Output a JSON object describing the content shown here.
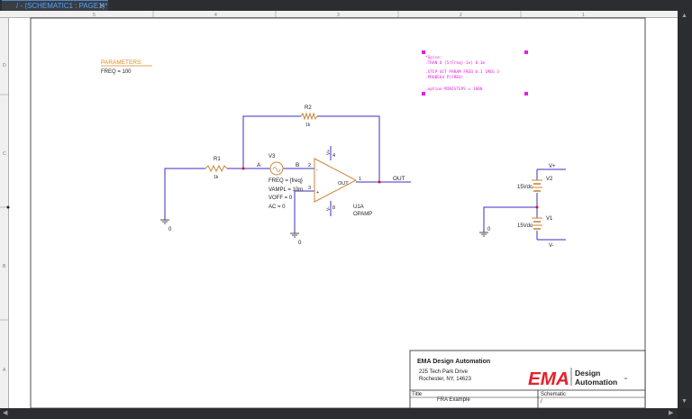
{
  "tab": {
    "title": "/ - (SCHEMATIC1 : PAGE1)*",
    "close": "×"
  },
  "rulers": {
    "top": [
      "5",
      "4",
      "3",
      "2",
      "1"
    ],
    "left": [
      "D",
      "C",
      "B",
      "A"
    ]
  },
  "parameters": {
    "title": "PARAMETERS:",
    "freq": "FREQ = 100"
  },
  "spice": {
    "lines": [
      "*Spice:",
      ".TRAN  0 {5/Freq}-1e} 0.1m",
      ".STEP OCT PARAM FREQ 0.1 1MEG 3",
      ".PROBE64 P(FREQ)",
      ".option MINISTEPS = 1000"
    ]
  },
  "components": {
    "r1": {
      "ref": "R1",
      "value": "1k"
    },
    "r2": {
      "ref": "R2",
      "value": "1k"
    },
    "v3": {
      "ref": "V3",
      "freq": "FREQ = {freq}",
      "vampl": "VAMPL = 10m",
      "voff": "VOFF = 0",
      "ac": "AC = 0"
    },
    "u1": {
      "ref": "U1A",
      "value": "OPAMP",
      "out": "OUT",
      "pin1": "1",
      "pin2": "2",
      "pin3": "3",
      "pin4": "4",
      "pin8": "8",
      "vplus": "V+",
      "vminus": "V-"
    },
    "v2": {
      "ref": "V2",
      "value": "15Vdc"
    },
    "v1": {
      "ref": "V1",
      "value": "15Vdc"
    }
  },
  "nets": {
    "a": "A",
    "b": "B",
    "out": "OUT",
    "vplus": "V+",
    "vminus": "V-",
    "gnd": "0"
  },
  "title_block": {
    "company": "EMA Design Automation",
    "address1": "225 Tech Park Drive",
    "address2": "Rochester, NY, 14623",
    "logo_mark": "EMA",
    "logo_line1": "Design",
    "logo_line2": "Automation",
    "tm": "™",
    "title_label": "Title",
    "title_value": "FRA Example",
    "schematic_label": "Schematic",
    "schematic_value": "/"
  },
  "colors": {
    "wire": "#3b2cc9",
    "part": "#c8873d",
    "text": "#202020",
    "spice": "#e020e0",
    "param": "#d98a1c",
    "ema_red": "#e3222b"
  },
  "icons": {
    "close": "close-icon",
    "scroll_up": "arrow-up-icon",
    "scroll_down": "arrow-down-icon"
  }
}
